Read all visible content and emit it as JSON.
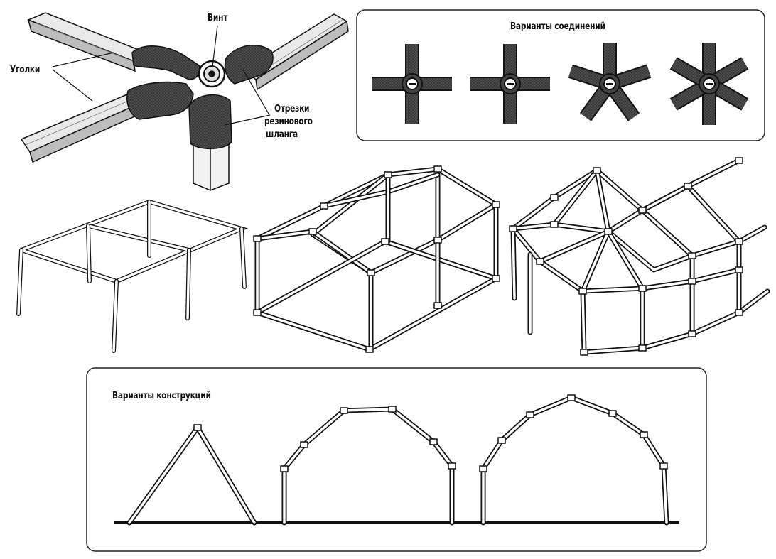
{
  "joint": {
    "labels": {
      "screw": "Винт",
      "corners": "Уголки",
      "hose_line1": "Отрезки",
      "hose_line2": "резинового",
      "hose_line3": "шланга"
    }
  },
  "connection_variants": {
    "title": "Варианты соединений",
    "items": [
      {
        "arms": 4,
        "style": "plus"
      },
      {
        "arms": 4,
        "style": "plus"
      },
      {
        "arms": 5,
        "style": "star"
      },
      {
        "arms": 6,
        "style": "star"
      }
    ]
  },
  "frames": [
    {
      "type": "flat-table-frame"
    },
    {
      "type": "house-frame"
    },
    {
      "type": "dome-tent-frame"
    }
  ],
  "construction_variants": {
    "title": "Варианты конструкций",
    "profiles": [
      {
        "type": "triangle"
      },
      {
        "type": "trapezoid-arch"
      },
      {
        "type": "pointed-arch"
      }
    ]
  },
  "colors": {
    "ink": "#111111",
    "background": "#ffffff",
    "tube_fill": "#2a2a2a"
  }
}
